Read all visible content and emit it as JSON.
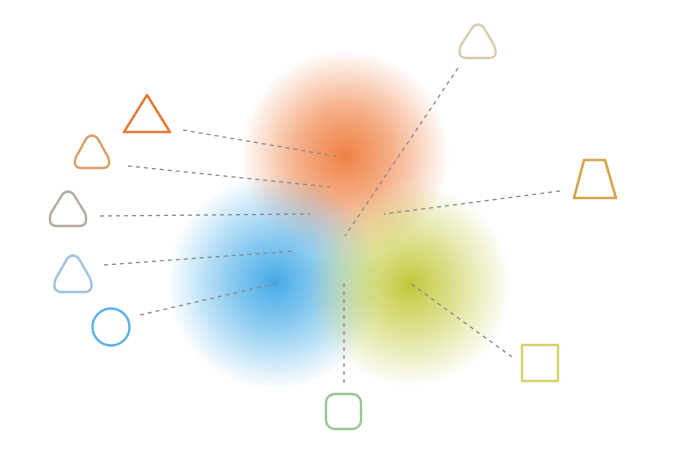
{
  "colors": {
    "orange_blob": "#ef7a3a",
    "blue_blob": "#3aa6e6",
    "olive_blob": "#c2c838",
    "connector": "#8a8a8a"
  },
  "blobs": [
    {
      "name": "orange-blob",
      "color": "#ef7a3a"
    },
    {
      "name": "blue-blob",
      "color": "#3aa6e6"
    },
    {
      "name": "olive-blob",
      "color": "#c2c838"
    }
  ],
  "markers": [
    {
      "name": "triangle-orange-icon",
      "shape": "triangle",
      "color": "#e57a3c"
    },
    {
      "name": "rounded-triangle-tan-icon",
      "shape": "rounded-triangle",
      "color": "#d8a06a"
    },
    {
      "name": "rounded-triangle-gray-icon",
      "shape": "rounded-triangle",
      "color": "#b4aaa2"
    },
    {
      "name": "rounded-triangle-lightblue-icon",
      "shape": "rounded-triangle",
      "color": "#9fc2de"
    },
    {
      "name": "circle-blue-icon",
      "shape": "circle",
      "color": "#5bb2e6"
    },
    {
      "name": "rounded-square-green-icon",
      "shape": "rounded-square",
      "color": "#9cc49a"
    },
    {
      "name": "square-yellow-icon",
      "shape": "square",
      "color": "#d8d26a"
    },
    {
      "name": "trapezoid-gold-icon",
      "shape": "trapezoid",
      "color": "#d1a74c"
    },
    {
      "name": "rounded-triangle-beige-icon",
      "shape": "rounded-triangle",
      "color": "#d8ccb0"
    }
  ]
}
